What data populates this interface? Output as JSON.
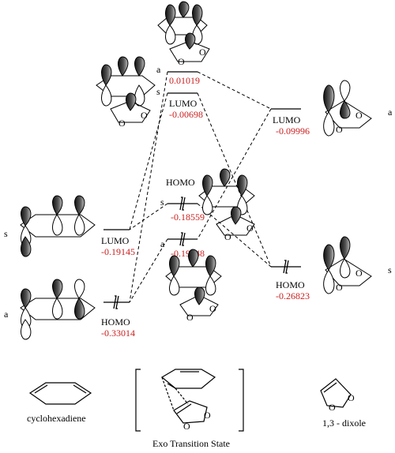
{
  "levels": {
    "ts_a": {
      "symmetry": "a",
      "value": "0.01019"
    },
    "ts_s_lumo": {
      "symmetry": "s",
      "label": "LUMO",
      "value": "-0.00698"
    },
    "dix_lumo": {
      "symmetry": "a",
      "label": "LUMO",
      "value": "-0.09996"
    },
    "ts_s_homo": {
      "symmetry": "s",
      "label": "HOMO",
      "value": "-0.18559"
    },
    "ts_a_homo": {
      "symmetry": "a",
      "value": "-0.19648"
    },
    "chd_lumo": {
      "symmetry": "s",
      "label": "LUMO",
      "value": "-0.19145"
    },
    "dix_homo": {
      "symmetry": "s",
      "label": "HOMO",
      "value": "-0.26823"
    },
    "chd_homo": {
      "symmetry": "a",
      "label": "HOMO",
      "value": "-0.33014"
    }
  },
  "captions": {
    "cyclohexadiene": "cyclohexadiene",
    "exo_ts": "Exo Transition State",
    "dioxole": "1,3 - dixole"
  },
  "colors": {
    "energy_value": "#cc1f1f",
    "line": "#000000",
    "lobe_fill": "#1a1a1a"
  }
}
